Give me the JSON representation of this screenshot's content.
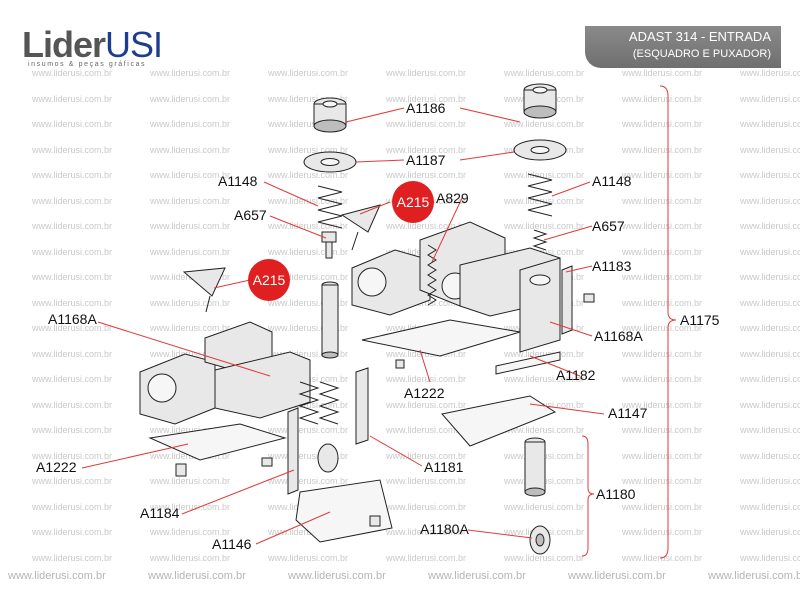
{
  "brand": {
    "name_primary": "Lider",
    "name_secondary": "USI",
    "tagline": "insumos & peças gráficas"
  },
  "title": {
    "line1": "ADAST 314 - ENTRADA",
    "line2": "(ESQUADRO E PUXADOR)"
  },
  "watermark_text": "www.liderusi.com.br",
  "colors": {
    "brand_gray": "#555555",
    "brand_blue": "#1e3d8f",
    "title_bar": "#7c7c7c",
    "badge_red": "#e02020",
    "leader_red": "#e03a3a"
  },
  "badges": [
    {
      "id": "badge-a215-upper",
      "text": "A215"
    },
    {
      "id": "badge-a215-lower",
      "text": "A215"
    }
  ],
  "labels": {
    "a1186": "A1186",
    "a1187": "A1187",
    "a1148_left": "A1148",
    "a1148_right": "A1148",
    "a657_left": "A657",
    "a657_right": "A657",
    "a829": "A829",
    "a1183": "A1183",
    "a1175": "A1175",
    "a1168a_left": "A1168A",
    "a1168a_right": "A1168A",
    "a1182": "A1182",
    "a1222_center": "A1222",
    "a1222_left": "A1222",
    "a1147": "A1147",
    "a1181": "A1181",
    "a1180": "A1180",
    "a1184": "A1184",
    "a1180a": "A1180A",
    "a1146": "A1146"
  }
}
